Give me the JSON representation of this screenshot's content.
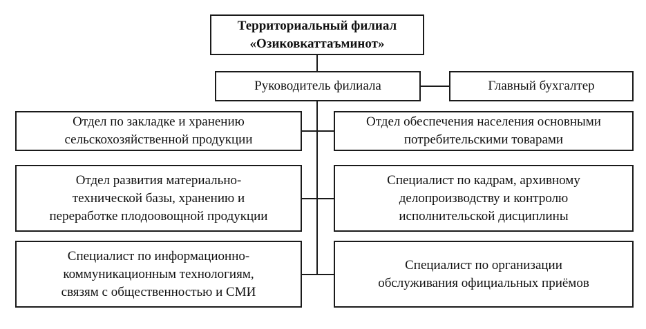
{
  "head": {
    "lines": [
      "Территориальный филиал",
      "«Озиковкаттаъминот»"
    ]
  },
  "director": {
    "label": "Руководитель филиала"
  },
  "accountant": {
    "label": "Главный бухгалтер"
  },
  "left": [
    {
      "lines": [
        "Отдел по закладке и хранению",
        "сельскохозяйственной продукции"
      ]
    },
    {
      "lines": [
        "Отдел развития материально-",
        "технической базы, хранению и",
        "переработке плодоовощной продукции"
      ]
    },
    {
      "lines": [
        "Специалист по информационно-",
        "коммуникационным технологиям,",
        "связям с общественностью и СМИ"
      ]
    }
  ],
  "right": [
    {
      "lines": [
        "Отдел обеспечения населения основными",
        "потребительскими товарами"
      ]
    },
    {
      "lines": [
        "Специалист по кадрам, архивному",
        "делопроизводству и контролю",
        "исполнительской дисциплины"
      ]
    },
    {
      "lines": [
        "Специалист по организации",
        "обслуживания официальных приёмов"
      ]
    }
  ]
}
